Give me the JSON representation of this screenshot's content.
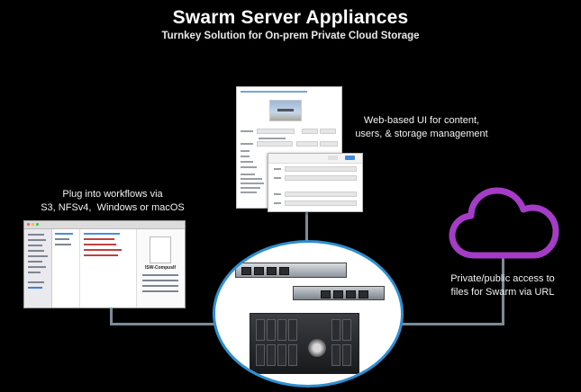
{
  "header": {
    "title": "Swarm Server Appliances",
    "subtitle": "Turnkey Solution for On-prem Private Cloud Storage"
  },
  "captions": {
    "web_ui_line1": "Web-based UI for content,",
    "web_ui_line2": "users, & storage management",
    "plug_line1": "Plug into workflows via",
    "plug_line2": "S3, NFSv4,  Windows or macOS",
    "access_line1": "Private/public access to",
    "access_line2": "files for Swarm via URL"
  },
  "finder": {
    "info_title": "ISW-Compuslf"
  },
  "colors": {
    "background": "#000000",
    "connector": "#7a8a96",
    "cloud": "#a43cc8",
    "oval_border": "#2e8fd0"
  }
}
